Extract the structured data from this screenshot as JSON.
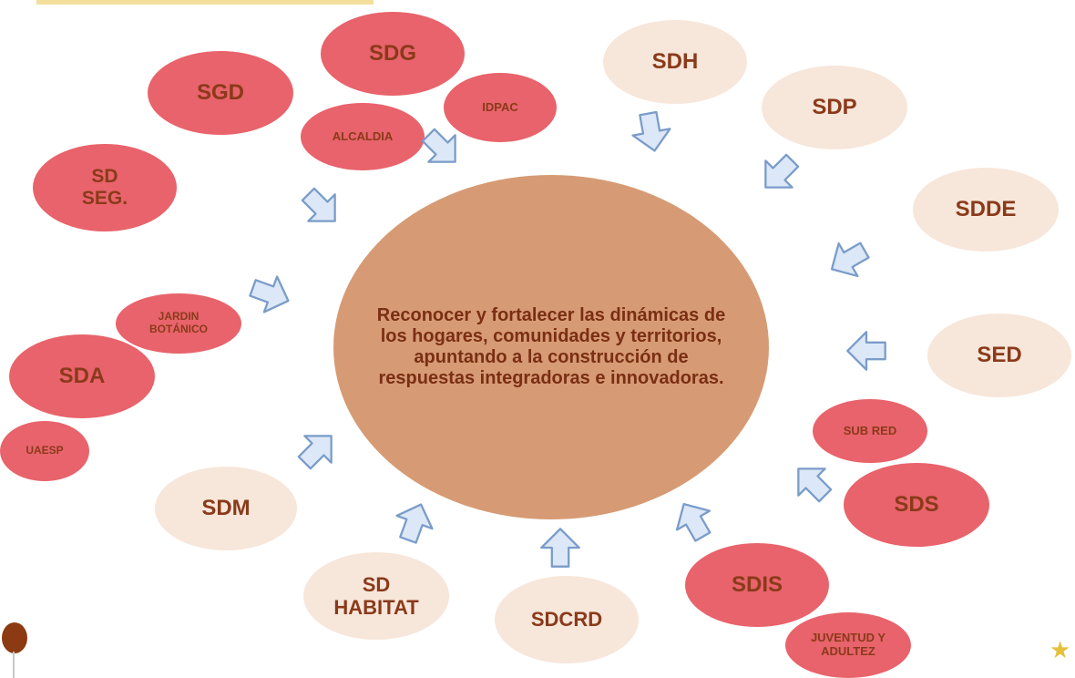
{
  "center": {
    "text": "Reconocer y fortalecer las dinámicas de los hogares, comunidades y territorios, apuntando a la construcción de respuestas integradoras e innovadoras."
  },
  "entities": [
    {
      "label": "SDG",
      "style": "red"
    },
    {
      "label": "IDPAC",
      "style": "red"
    },
    {
      "label": "ALCALDIA",
      "style": "red"
    },
    {
      "label": "SGD",
      "style": "red"
    },
    {
      "label": "SD SEG.",
      "style": "red"
    },
    {
      "label": "JARDIN BOTÁNICO",
      "style": "red"
    },
    {
      "label": "SDA",
      "style": "red"
    },
    {
      "label": "UAESP",
      "style": "red"
    },
    {
      "label": "SDM",
      "style": "peach"
    },
    {
      "label": "SD HABITAT",
      "style": "peach"
    },
    {
      "label": "SDCRD",
      "style": "peach"
    },
    {
      "label": "SDIS",
      "style": "red"
    },
    {
      "label": "JUVENTUD Y ADULTEZ",
      "style": "red"
    },
    {
      "label": "SDS",
      "style": "red"
    },
    {
      "label": "SUB RED",
      "style": "red"
    },
    {
      "label": "SED",
      "style": "peach"
    },
    {
      "label": "SDDE",
      "style": "peach"
    },
    {
      "label": "SDP",
      "style": "peach"
    },
    {
      "label": "SDH",
      "style": "peach"
    }
  ],
  "colors": {
    "red_node": "#e8636b",
    "peach_node": "#f7e6da",
    "center_node": "#d69b74",
    "text": "#8a3a1a",
    "arrow_fill": "#dce8f7",
    "arrow_stroke": "#7a9cc9"
  },
  "icons": [
    "block-arrow-icon",
    "pin-icon",
    "star-icon"
  ]
}
